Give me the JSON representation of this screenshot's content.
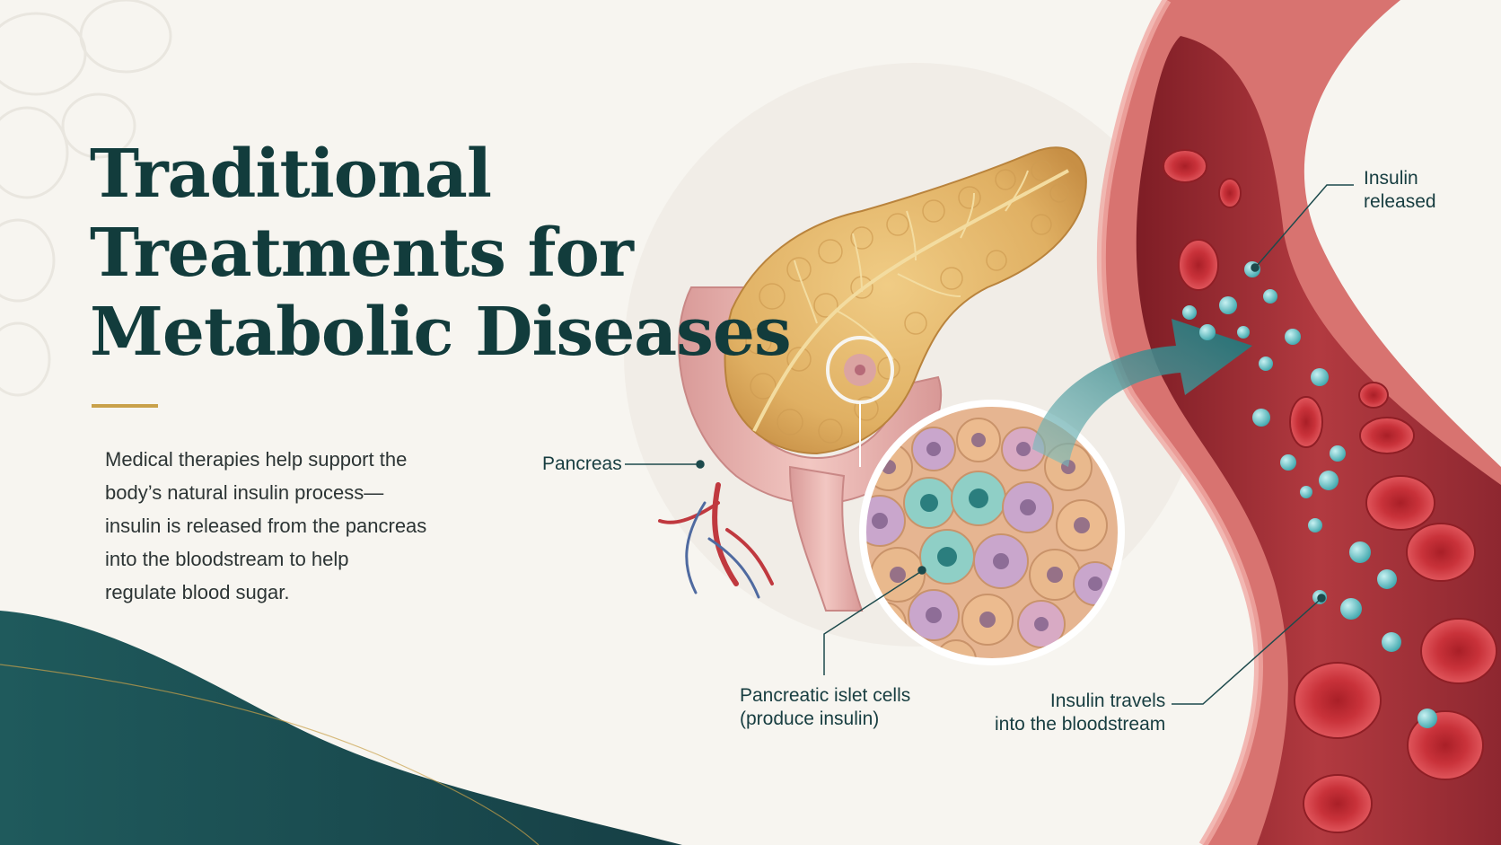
{
  "title_lines": [
    "Traditional",
    "Treatments for",
    "Metabolic Diseases"
  ],
  "description_lines": [
    "Medical therapies help support the",
    "body’s natural insulin process—",
    "insulin is released from the pancreas",
    "into the bloodstream to help",
    "regulate blood sugar."
  ],
  "labels": {
    "pancreas": "Pancreas",
    "islet_cells": [
      "Pancreatic islet cells",
      "(produce insulin)"
    ],
    "insulin_travels": [
      "Insulin travels",
      "into the bloodstream"
    ],
    "insulin_released": [
      "Insulin",
      "released"
    ]
  },
  "colors": {
    "title": "#123c3c",
    "accent_gold": "#c9a14a",
    "teal_wave": "#1f5a5c",
    "vessel_red": "#c8434a",
    "insulin_teal": "#5fc0c4",
    "pancreas_yellow": "#e2b468"
  }
}
